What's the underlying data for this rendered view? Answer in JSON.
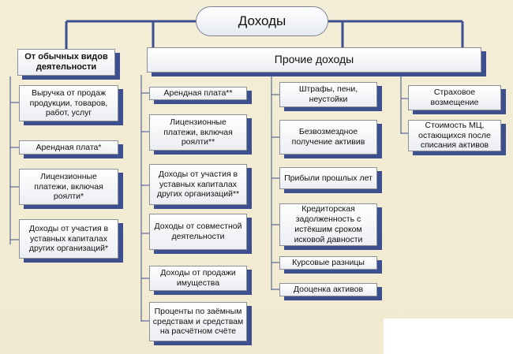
{
  "root": "Доходы",
  "ordinary": {
    "title": "От обычных видов деятельности",
    "items": [
      "Выручка от продаж продукции, товаров, работ, услуг",
      "Арендная плата*",
      "Лицензионные платежи, включая роялти*",
      "Доходы от участия в уставных капиталах других организаций*"
    ]
  },
  "other": {
    "title": "Прочие доходы",
    "col1": [
      "Арендная плата**",
      "Лицензионные платежи, включая роялти**",
      "Доходы от участия в уставных капиталах других организаций**",
      "Доходы от совместной деятельности",
      "Доходы от продажи имущества",
      "Проценты по заёмным средствам и средствам на расчётном счёте"
    ],
    "col2": [
      "Штрафы, пени, неустойки",
      "Безвозмездное получение активив",
      "Прибыли прошлых лет",
      "Кредиторская задолженность с истёкшим сроком исковой давности",
      "Курсовые разницы",
      "Дооценка активов"
    ],
    "col3": [
      "Страховое возмещение",
      "Стоимость МЦ, остающихся после списания активов"
    ]
  },
  "colors": {
    "line": "#3d4f8e",
    "shadow": "#3d4f8e"
  }
}
